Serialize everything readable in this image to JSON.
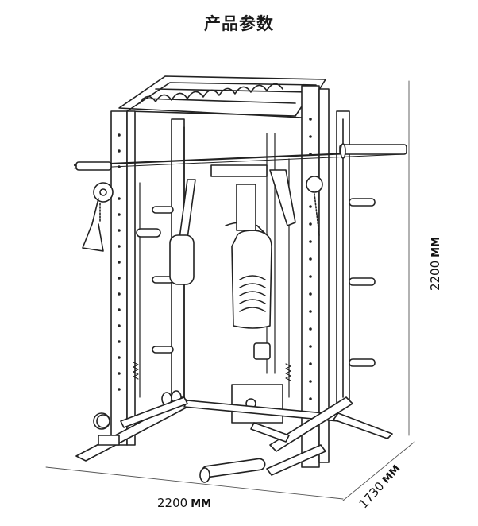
{
  "title": "产品参数",
  "dimensions": {
    "width": {
      "value": "2200",
      "unit": "MM"
    },
    "height": {
      "value": "2200",
      "unit": "MM"
    },
    "depth": {
      "value": "1730",
      "unit": "MM"
    }
  },
  "image": {
    "icon": "smith-machine-power-rack-line-drawing"
  }
}
